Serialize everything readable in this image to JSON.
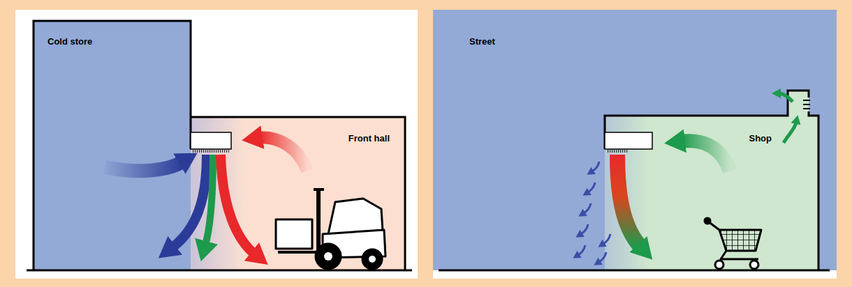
{
  "diagram": {
    "nodes": [
      {
        "text": [
          "Cold store"
        ]
      },
      {
        "text": [
          "Front hall"
        ]
      },
      {
        "text": [
          "Street"
        ]
      },
      {
        "text": [
          "Shop"
        ],
        "in": 2
      }
    ]
  }
}
